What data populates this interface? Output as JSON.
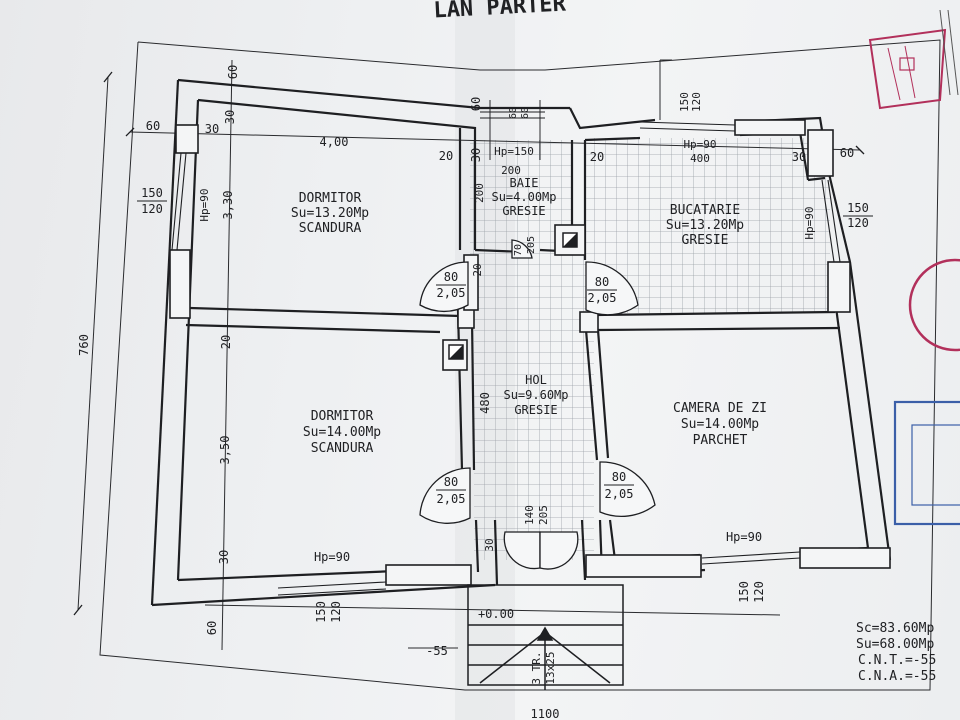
{
  "title": "LAN PARTER",
  "rooms": {
    "dormitor1": {
      "name": "DORMITOR",
      "area": "Su=13.20Mp",
      "floor": "SCANDURA"
    },
    "baie": {
      "name": "BAIE",
      "area": "Su=4.00Mp",
      "floor": "GRESIE"
    },
    "bucatarie": {
      "name": "BUCATARIE",
      "area": "Su=13.20Mp",
      "floor": "GRESIE"
    },
    "hol": {
      "name": "HOL",
      "area": "Su=9.60Mp",
      "floor": "GRESIE"
    },
    "dormitor2": {
      "name": "DORMITOR",
      "area": "Su=14.00Mp",
      "floor": "SCANDURA"
    },
    "camera_de_zi": {
      "name": "CAMERA DE ZI",
      "area": "Su=14.00Mp",
      "floor": "PARCHET"
    }
  },
  "dims": {
    "overall_height": "760",
    "overall_width": "1100",
    "wall_60": "60",
    "wall_30": "30",
    "wall_20": "20",
    "dim_400": "4,00",
    "dim_400b": "400",
    "dim_330": "3,30",
    "dim_350": "3,50",
    "dim_480": "480",
    "dim_200": "200",
    "dim_70": "70",
    "hp150": "Hp=150",
    "hp90": "Hp=90",
    "win_150": "150",
    "win_120": "120",
    "door_80": "80",
    "door_205": "2,05",
    "door_205b": "205",
    "door_140": "140",
    "stair": "3 TR.",
    "stair_b": "13x25",
    "level_0": "+0.00",
    "level_55": "-55"
  },
  "summary": {
    "sc": "Sc=83.60Mp",
    "su": "Su=68.00Mp",
    "cnt": "C.N.T.=-55",
    "cna": "C.N.A.=-55"
  },
  "colors": {
    "ink": "#1e1f22",
    "stamp_red": "#b2305b",
    "stamp_blue": "#3b5fa8"
  }
}
